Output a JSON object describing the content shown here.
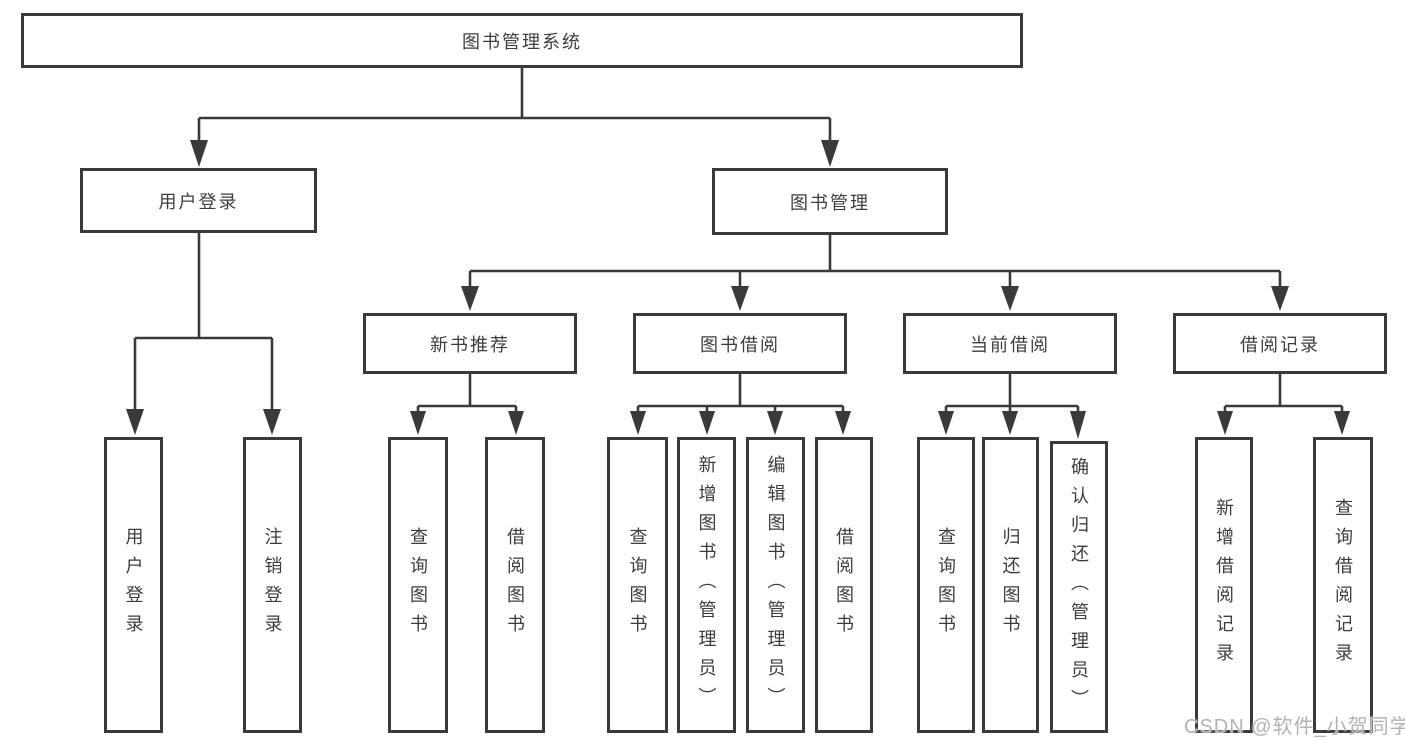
{
  "diagram": {
    "root": {
      "label": "图书管理系统"
    },
    "branches": [
      {
        "label": "用户登录",
        "leaves": [
          {
            "label": "用户登录"
          },
          {
            "label": "注销登录"
          }
        ]
      },
      {
        "label": "图书管理",
        "groups": [
          {
            "label": "新书推荐",
            "leaves": [
              {
                "label": "查询图书"
              },
              {
                "label": "借阅图书"
              }
            ]
          },
          {
            "label": "图书借阅",
            "leaves": [
              {
                "label": "查询图书"
              },
              {
                "label": "新增图书（管理员）"
              },
              {
                "label": "编辑图书（管理员）"
              },
              {
                "label": "借阅图书"
              }
            ]
          },
          {
            "label": "当前借阅",
            "leaves": [
              {
                "label": "查询图书"
              },
              {
                "label": "归还图书"
              },
              {
                "label": "确认归还（管理员）"
              }
            ]
          },
          {
            "label": "借阅记录",
            "leaves": [
              {
                "label": "新增借阅记录"
              },
              {
                "label": "查询借阅记录"
              }
            ]
          }
        ]
      }
    ]
  },
  "watermark": {
    "text": "CSDN @软件_小贺同学"
  },
  "colors": {
    "line": "#3a3a3a",
    "text": "#3d3d3d",
    "watermark": "#a5a5a5",
    "background": "#ffffff"
  }
}
